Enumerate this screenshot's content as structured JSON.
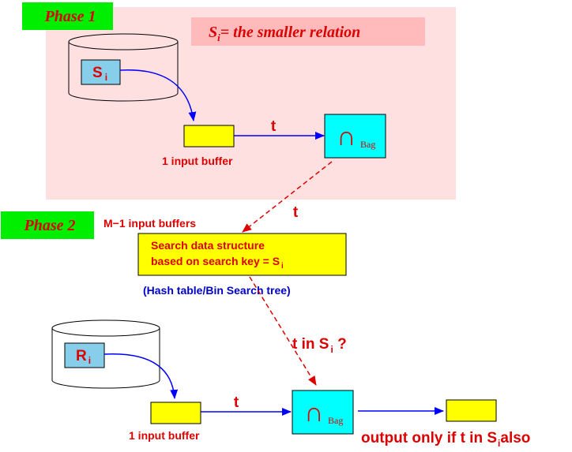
{
  "phase1": {
    "label": "Phase 1",
    "note": {
      "symbol": "S",
      "subscript": "i",
      "text": "= the smaller relation"
    },
    "relation": {
      "symbol": "S",
      "subscript": "i"
    },
    "buffer_label": "1 input buffer",
    "edge_label": "t",
    "operator": {
      "symbol": "∩",
      "subscript": "Bag"
    }
  },
  "transfer_label": "t",
  "phase2": {
    "label": "Phase 2",
    "buffers_label": "M−1 input buffers",
    "structure": {
      "line1": "Search data structure",
      "line2_prefix": "based on search key = S",
      "line2_subscript": "i",
      "caption": "(Hash table/Bin Search tree)"
    },
    "probe_label": {
      "prefix": "t in S",
      "subscript": "i",
      "suffix": " ?"
    },
    "relation": {
      "symbol": "R",
      "subscript": "i"
    },
    "buffer_label": "1 input buffer",
    "edge_label": "t",
    "operator": {
      "symbol": "∩",
      "subscript": "Bag"
    },
    "output_label": {
      "prefix": "output only if t in S",
      "subscript": "i",
      "suffix": "also"
    }
  },
  "colors": {
    "phase_tag_bg": "#00ee00",
    "phase1_region": "#ffe0e0",
    "note_bg": "#ffbbbb",
    "buffer": "#ffff00",
    "operator": "#00ffff",
    "relation_box": "#87ceeb",
    "label_red": "#dd0000",
    "label_blue": "#0000cc",
    "arrow_blue": "#0000ff"
  }
}
